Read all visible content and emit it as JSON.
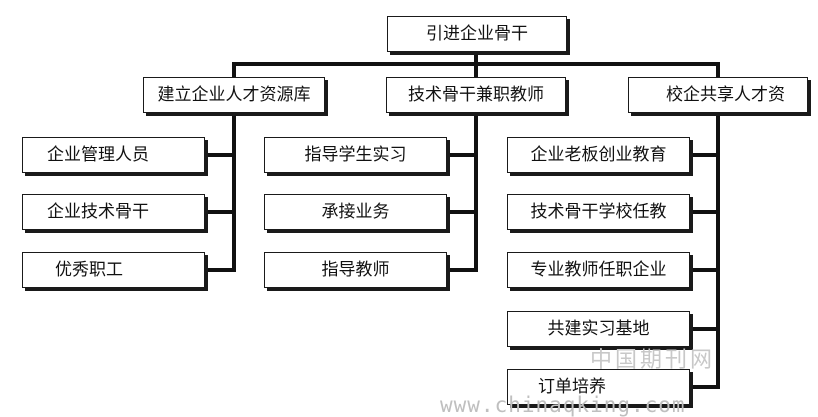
{
  "root": {
    "label": "引进企业骨干"
  },
  "branches": [
    {
      "label": "建立企业人才资源库",
      "children": [
        "企业管理人员",
        "企业技术骨干",
        "优秀职工"
      ]
    },
    {
      "label": "技术骨干兼职教师",
      "children": [
        "指导学生实习",
        "承接业务",
        "指导教师"
      ]
    },
    {
      "label": "校企共享人才资",
      "children": [
        "企业老板创业教育",
        "技术骨干学校任教",
        "专业教师任职企业",
        "共建实习基地",
        "订单培养"
      ]
    }
  ],
  "watermark": {
    "cn": "中国期刊网",
    "url": "www.chinaqking.com"
  }
}
